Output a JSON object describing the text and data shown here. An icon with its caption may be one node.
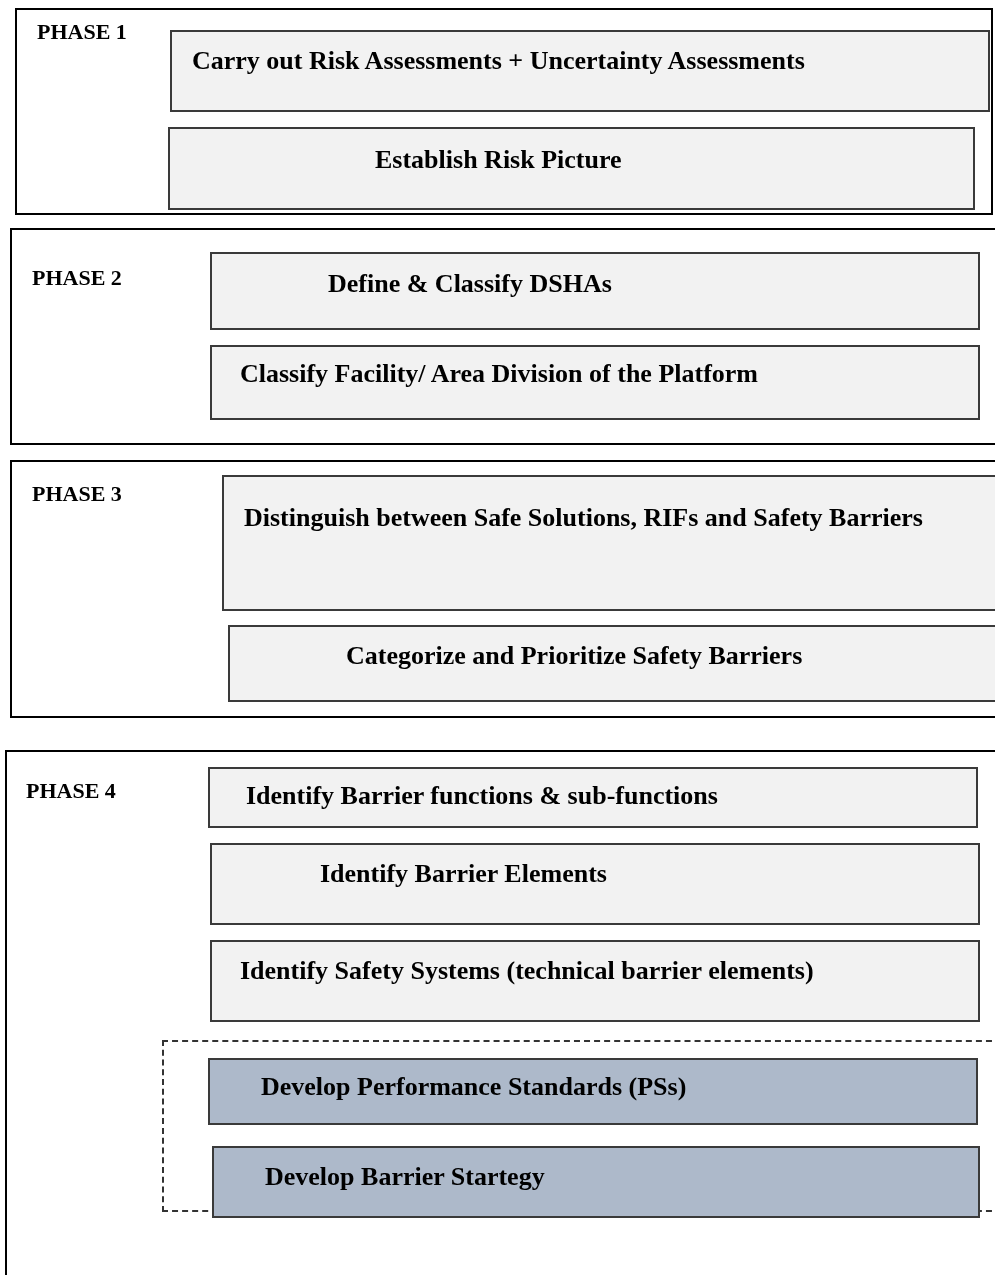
{
  "diagram": {
    "nodes": [
      {
        "text": [
          "PHASE 1"
        ]
      },
      {
        "text": [
          "Carry out Risk Assessments + Uncertainty Assessments"
        ],
        "in": 0
      },
      {
        "text": [
          "Establish Risk Picture"
        ],
        "in": 0
      },
      {
        "text": [
          "PHASE 2"
        ]
      },
      {
        "text": [
          "Define & Classify DSHAs"
        ],
        "in": 3
      },
      {
        "text": [
          "Classify Facility/ Area Division of the Platform"
        ],
        "in": 3
      },
      {
        "text": [
          "PHASE 3"
        ]
      },
      {
        "text": [
          "Distinguish between Safe Solutions, RIFs and Safety Barriers"
        ],
        "in": 6
      },
      {
        "text": [
          "Categorize and Prioritize Safety Barriers"
        ],
        "in": 6
      },
      {
        "text": [
          "PHASE 4"
        ]
      },
      {
        "text": [
          "Identify Barrier functions & sub-functions"
        ],
        "in": 9
      },
      {
        "text": [
          "Identify Barrier Elements"
        ],
        "in": 9
      },
      {
        "text": [
          "Identify Safety Systems (technical barrier elements)"
        ],
        "in": 9
      },
      {
        "text": [],
        "shape": "box",
        "in": 9
      },
      {
        "text": [
          "Develop Performance Standards (PSs)"
        ],
        "in": 13
      },
      {
        "text": [
          "Develop Barrier Startegy"
        ],
        "in": 13
      }
    ]
  }
}
